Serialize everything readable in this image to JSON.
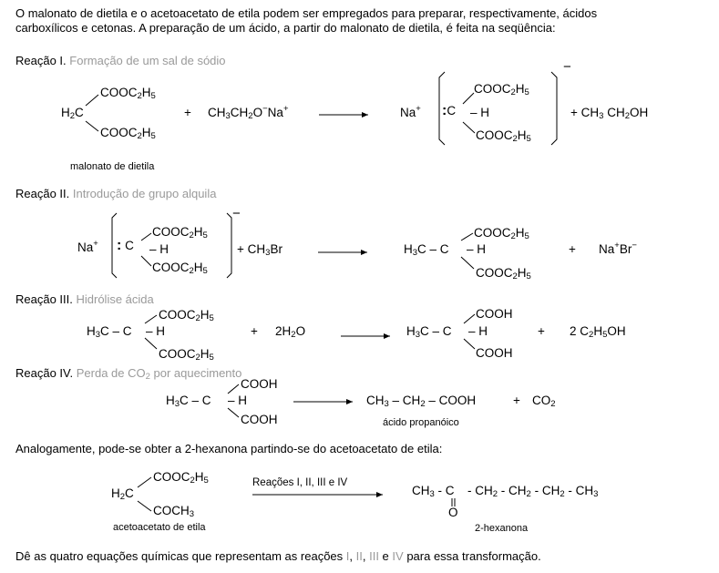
{
  "intro": {
    "line1": "O malonato de dietila e o acetoacetato de etila podem ser empregados para preparar, respectivamente, ácidos",
    "line2": "carboxílicos e cetonas. A preparação de um ácido, a partir do malonato de dietila, é feita na seqüência:"
  },
  "r1": {
    "heading_a": "Reação I.",
    "heading_b": " Formação de um sal de sódio",
    "caption": "malonato de dietila",
    "plus": "+",
    "reagent": "CH3CH2O−Na+",
    "product_na": "Na+",
    "product_plus": "+ CH3CH2OH"
  },
  "r2": {
    "heading_a": "Reação II.",
    "heading_b": " Introdução de grupo alquila",
    "na": "Na+",
    "reagent": "+ CH3Br",
    "plus": "+",
    "salt": "Na+Br−"
  },
  "r3": {
    "heading_a": "Reação III.",
    "heading_b": " Hidrólise ácida",
    "plus1": "+",
    "water": "2H2O",
    "plus2": "+",
    "ethanol": "2 C2H5OH"
  },
  "r4": {
    "heading_a": "Reação IV.",
    "heading_b": " Perda de CO2 por aquecimento",
    "product": "CH3 – CH2 – COOH",
    "plus": "+",
    "co2": "CO2",
    "caption": "ácido propanóico"
  },
  "analog": {
    "text": "Analogamente, pode-se obter a 2-hexanona partindo-se do acetoacetato de etila:",
    "arrow_label": "Reações I, II, III e IV",
    "caption_left": "acetoacetato de etila",
    "caption_right": "2-hexanona"
  },
  "question": {
    "text_a": "Dê as quatro equações químicas que representam as reações ",
    "r_i": "I",
    "sep1": ", ",
    "r_ii": "II",
    "sep2": ", ",
    "r_iii": "III",
    "sep3": " e ",
    "r_iv": "IV",
    "text_b": " para essa transformação."
  },
  "frag": {
    "cooc2h5": "COOC2H5",
    "cooh": "COOH",
    "coch3": "COCH3",
    "h2c": "H2C",
    "h3c_c": "H3C – C",
    "h3c_c_close": "H3C – C",
    "c_colon": ":",
    "c_letter": "C",
    "dash_h": "– H",
    "minus_charge": "−",
    "ch3_c": "CH3 - C",
    "oxygen": "O",
    "chain": "- CH2 - CH2 - CH2 - CH3"
  }
}
